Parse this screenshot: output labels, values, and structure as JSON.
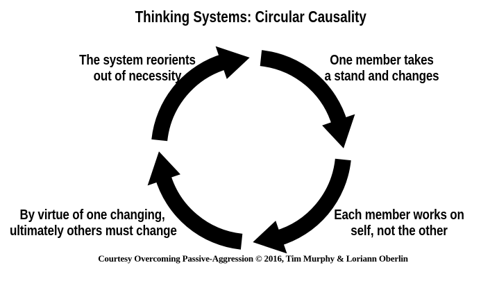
{
  "title": "Thinking Systems: Circular Causality",
  "diagram": {
    "type": "circular-cycle",
    "direction": "clockwise",
    "arrow_color": "#000000",
    "background_color": "#ffffff",
    "text_color": "#000000",
    "steps": [
      {
        "position": "top-right",
        "line1": "One member takes",
        "line2": "a stand and changes"
      },
      {
        "position": "bottom-right",
        "line1": "Each member works on",
        "line2": "self, not the other"
      },
      {
        "position": "bottom-left",
        "line1": "By virtue of one changing,",
        "line2": "ultimately others must change"
      },
      {
        "position": "top-left",
        "line1": "The system reorients",
        "line2": "out of necessity"
      }
    ]
  },
  "footer": {
    "credit": "Courtesy Overcoming Passive-Aggression © 2016, Tim Murphy & Loriann Oberlin"
  }
}
